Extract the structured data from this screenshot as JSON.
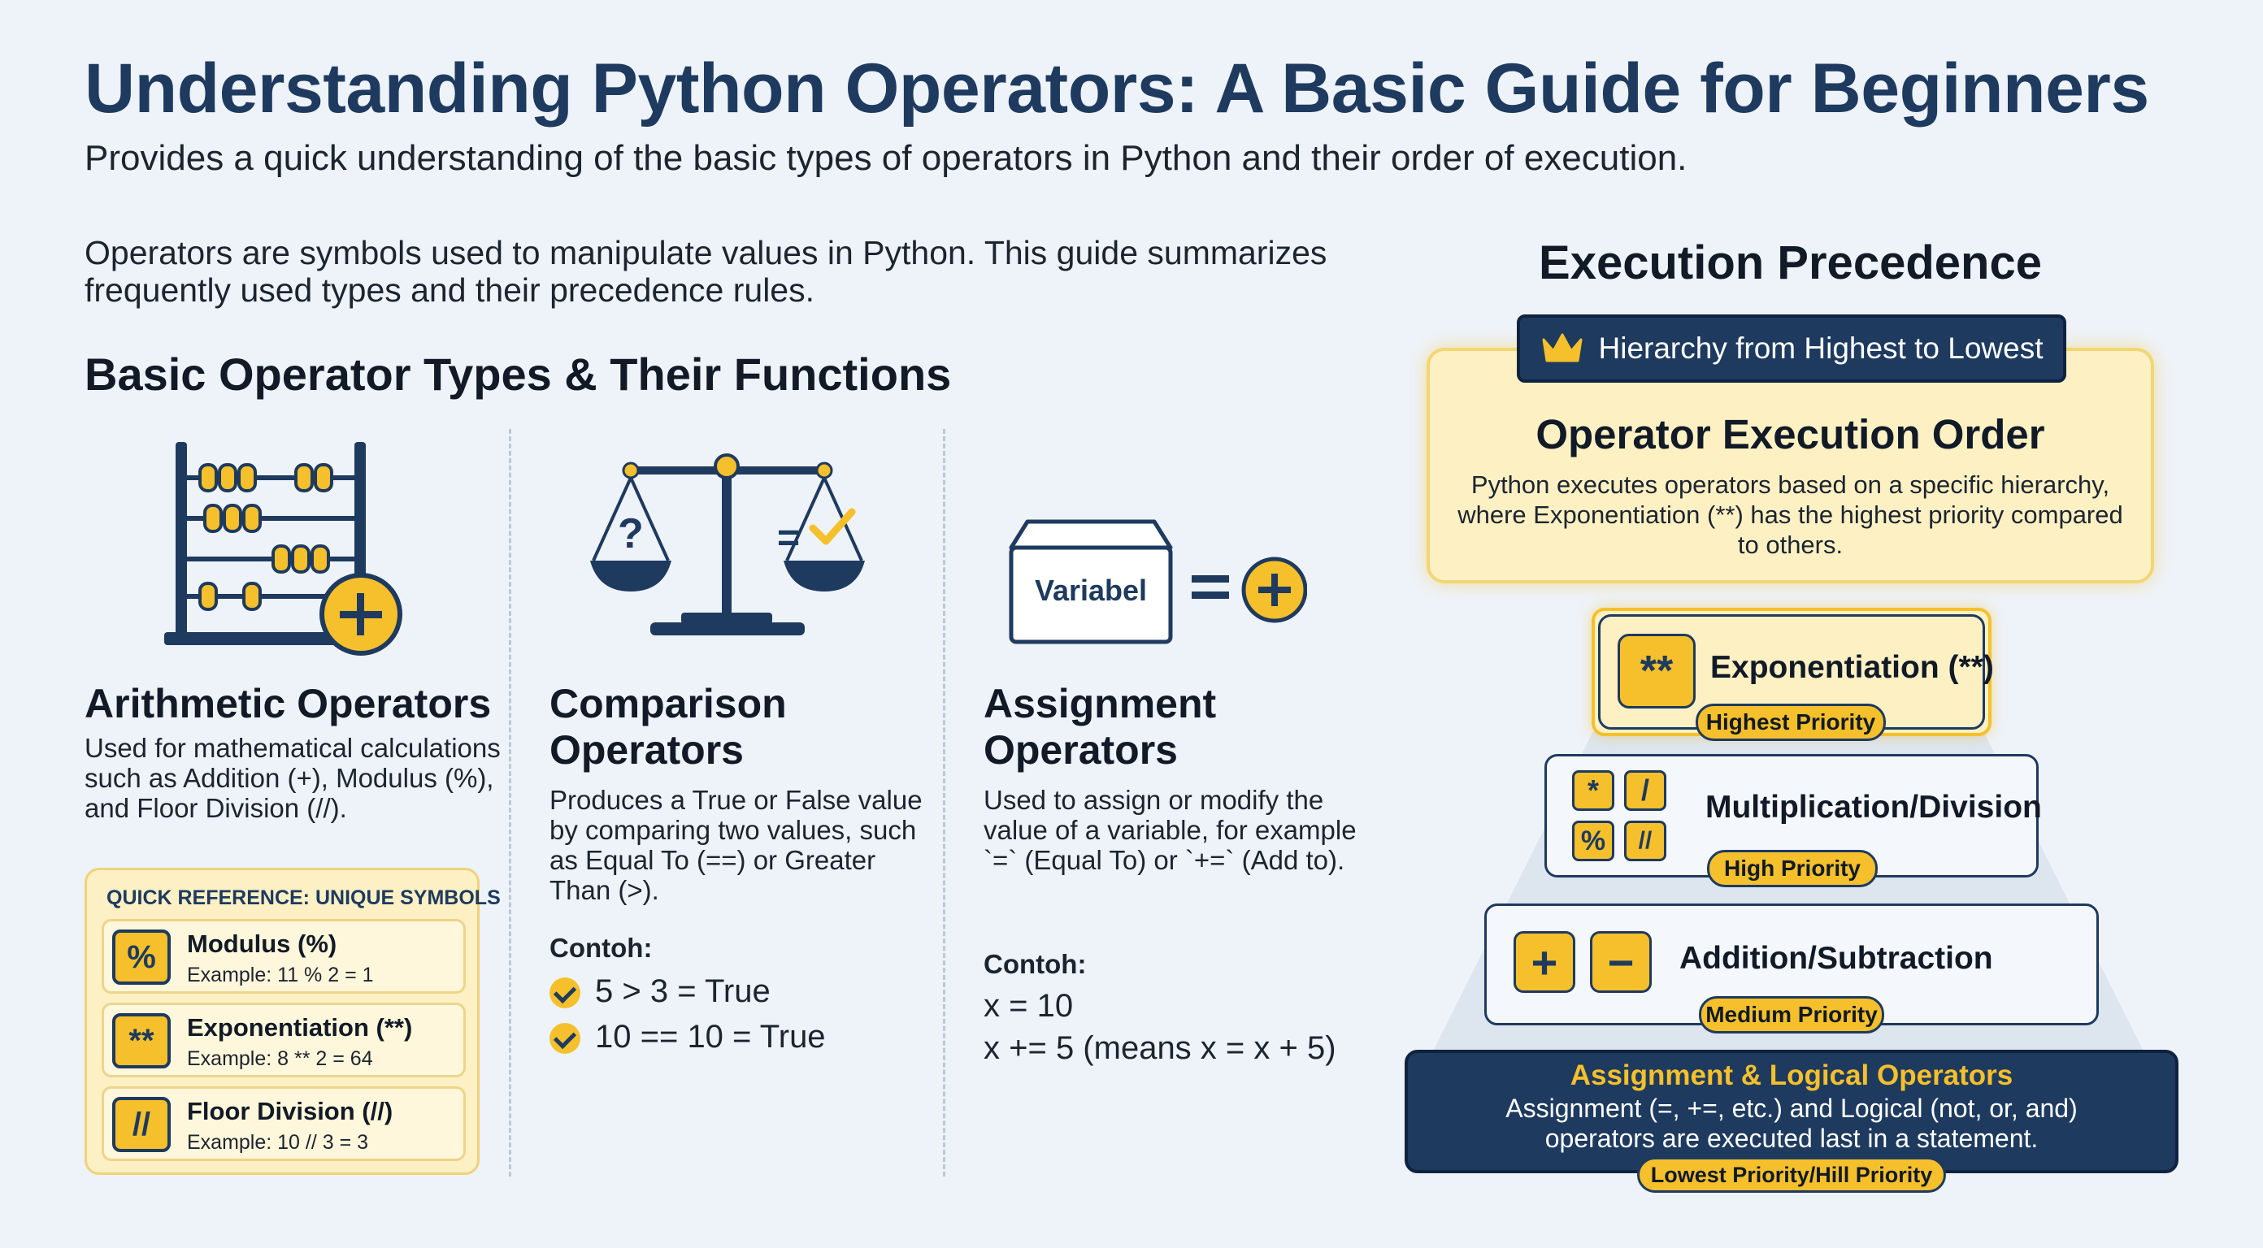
{
  "header": {
    "title": "Understanding Python Operators: A Basic Guide for Beginners",
    "subtitle": "Provides a quick understanding of the basic types of operators in Python and their order of execution."
  },
  "intro": "Operators are symbols used to manipulate values in Python. This guide summarizes frequently used types and their precedence rules.",
  "section_title": "Basic Operator Types & Their Functions",
  "columns": [
    {
      "icon": "abacus-icon",
      "title": "Arithmetic Operators",
      "desc": "Used for mathematical calculations such as Addition (+), Modulus (%), and Floor Division (//)."
    },
    {
      "icon": "scale-icon",
      "title": "Comparison Operators",
      "desc": "Produces a True or False value by comparing two values, such as Equal To (==) or Greater Than (>).",
      "example_label": "Contoh:",
      "examples": [
        "5 > 3 = True",
        "10 == 10 = True"
      ]
    },
    {
      "icon": "variable-box-icon",
      "icon_text": "Variabel",
      "title": "Assignment Operators",
      "desc": "Used to assign or modify the value of a variable, for example `=` (Equal To) or `+=` (Add to).",
      "example_label": "Contoh:",
      "examples": [
        "x = 10",
        "x += 5 (means x = x + 5)"
      ]
    }
  ],
  "quick_reference": {
    "title": "QUICK REFERENCE: UNIQUE SYMBOLS",
    "items": [
      {
        "symbol": "%",
        "name": "Modulus (%)",
        "example": "Example: 11 % 2 = 1"
      },
      {
        "symbol": "**",
        "name": "Exponentiation (**)",
        "example": "Example: 8 ** 2 = 64"
      },
      {
        "symbol": "//",
        "name": "Floor Division (//)",
        "example": "Example: 10 // 3 = 3"
      }
    ]
  },
  "precedence": {
    "title": "Execution Precedence",
    "banner": "Hierarchy from Highest to Lowest",
    "card_title": "Operator Execution Order",
    "card_desc": "Python executes operators based on a specific hierarchy, where Exponentiation (**) has the highest priority compared to others.",
    "tiers": [
      {
        "label": "Exponentiation (**)",
        "priority": "Highest Priority",
        "symbols": [
          "**"
        ]
      },
      {
        "label": "Multiplication/Division",
        "priority": "High Priority",
        "symbols": [
          "*",
          "/",
          "%",
          "//"
        ]
      },
      {
        "label": "Addition/Subtraction",
        "priority": "Medium Priority",
        "symbols": [
          "+",
          "−"
        ]
      },
      {
        "label": "Assignment & Logical Operators",
        "desc": "Assignment (=, +=, etc.) and Logical (not, or, and) operators are executed last in a statement.",
        "priority": "Lowest Priority/Hill Priority"
      }
    ]
  },
  "colors": {
    "navy": "#1e3a5f",
    "accent": "#f5c02b",
    "cream": "#fdf1c3",
    "background": "#eef3f9"
  }
}
